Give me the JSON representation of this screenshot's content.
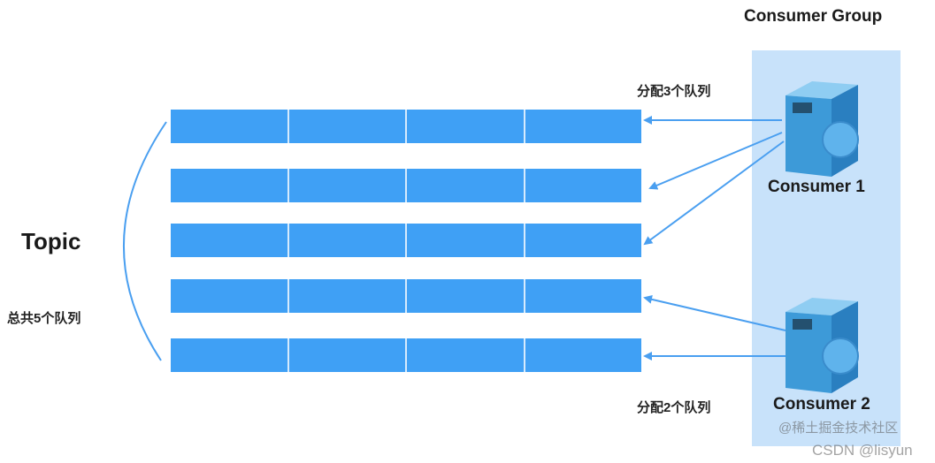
{
  "consumer_group": {
    "title": "Consumer Group"
  },
  "topic": {
    "label": "Topic",
    "queue_total": "总共5个队列",
    "queue_count": 5,
    "segments_per_queue": 4
  },
  "consumers": [
    {
      "name": "Consumer 1",
      "assigned_label": "分配3个队列",
      "queues": [
        1,
        2,
        3
      ]
    },
    {
      "name": "Consumer 2",
      "assigned_label": "分配2个队列",
      "queues": [
        4,
        5
      ]
    }
  ],
  "colors": {
    "queue": "#3fa0f5",
    "panel": "#c8e2fa",
    "arrow": "#4a9ff0"
  },
  "watermarks": [
    "@稀土掘金技术社区",
    "CSDN @lisyun"
  ]
}
